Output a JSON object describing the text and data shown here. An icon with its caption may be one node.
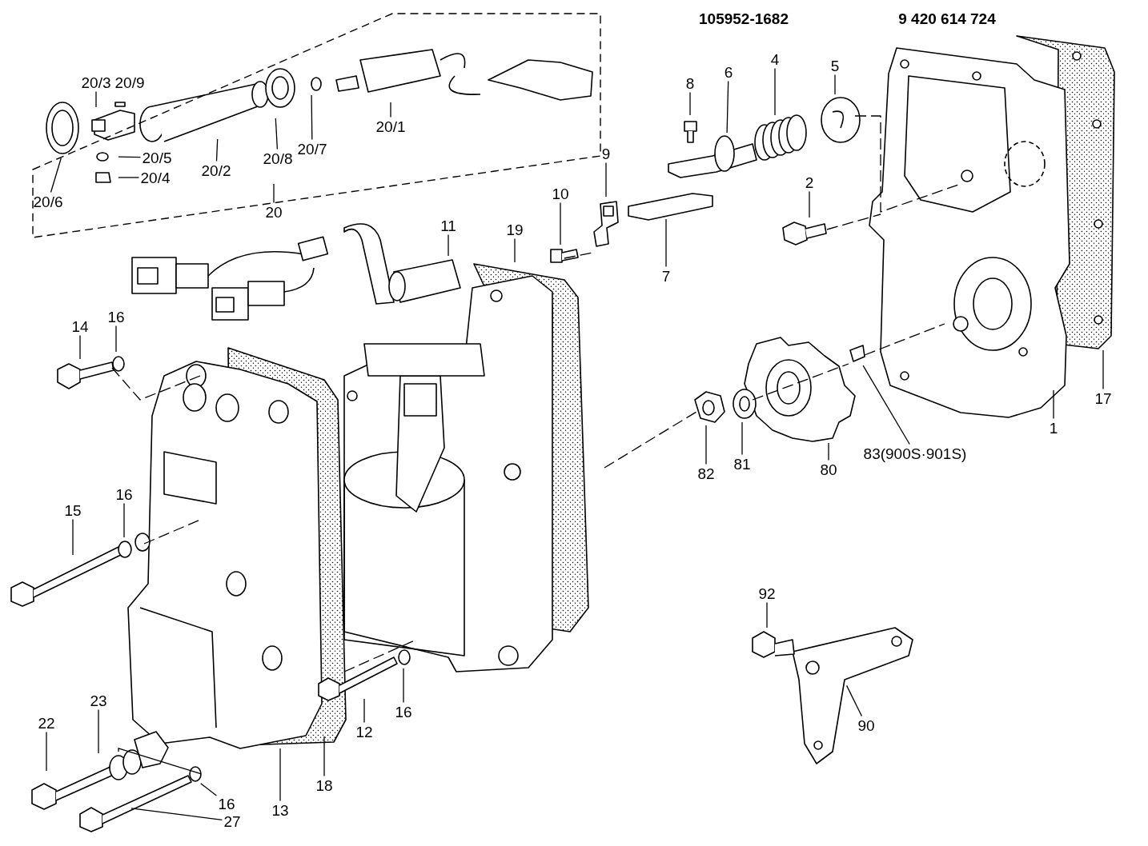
{
  "diagram": {
    "nodes": [
      {
        "text": [],
        "shape": "box"
      },
      {
        "text": [
          "20/3"
        ],
        "in": 0
      },
      {
        "text": [
          "20/9"
        ],
        "in": 0
      },
      {
        "text": [
          "20/5"
        ],
        "in": 0
      },
      {
        "text": [
          "20/4"
        ],
        "in": 0
      },
      {
        "text": [
          "20/6"
        ],
        "in": 0
      },
      {
        "text": [
          "20/2"
        ],
        "in": 0
      },
      {
        "text": [
          "20/8"
        ],
        "in": 0
      },
      {
        "text": [
          "20/7"
        ],
        "in": 0
      },
      {
        "text": [
          "20/1"
        ],
        "in": 0
      },
      {
        "text": [
          "20"
        ]
      },
      {
        "text": [
          "8"
        ]
      },
      {
        "text": [
          "6"
        ]
      },
      {
        "text": [
          "4"
        ]
      },
      {
        "text": [
          "5"
        ]
      },
      {
        "text": [
          "9"
        ]
      },
      {
        "text": [
          "10"
        ]
      },
      {
        "text": [
          "2"
        ]
      },
      {
        "text": [
          "11"
        ]
      },
      {
        "text": [
          "19"
        ]
      },
      {
        "text": [
          "7"
        ]
      },
      {
        "text": [
          "14"
        ]
      },
      {
        "text": [
          "16"
        ]
      },
      {
        "text": [
          "1"
        ]
      },
      {
        "text": [
          "17"
        ]
      },
      {
        "text": [
          "82"
        ]
      },
      {
        "text": [
          "81"
        ]
      },
      {
        "text": [
          "80"
        ]
      },
      {
        "text": [
          "83(900S·901S)"
        ]
      },
      {
        "text": [
          "15"
        ]
      },
      {
        "text": [
          "16"
        ]
      },
      {
        "text": [
          "92"
        ]
      },
      {
        "text": [
          "16"
        ]
      },
      {
        "text": [
          "12"
        ]
      },
      {
        "text": [
          "90"
        ]
      },
      {
        "text": [
          "22"
        ]
      },
      {
        "text": [
          "23"
        ]
      },
      {
        "text": [
          "16"
        ]
      },
      {
        "text": [
          "13"
        ]
      },
      {
        "text": [
          "18"
        ]
      },
      {
        "text": [
          "27"
        ]
      }
    ],
    "edges": [
      {
        "from": 1,
        "to": null,
        "arrow": "none"
      },
      {
        "from": 3,
        "to": null,
        "arrow": "none"
      },
      {
        "from": 4,
        "to": null,
        "arrow": "none"
      },
      {
        "from": 5,
        "to": null,
        "arrow": "none"
      },
      {
        "from": 6,
        "to": null,
        "arrow": "none"
      },
      {
        "from": 7,
        "to": null,
        "arrow": "none"
      },
      {
        "from": 8,
        "to": null,
        "arrow": "none"
      },
      {
        "from": 9,
        "to": null,
        "arrow": "none"
      },
      {
        "from": 10,
        "to": 0,
        "arrow": "none"
      },
      {
        "from": 11,
        "to": null,
        "arrow": "none"
      },
      {
        "from": 12,
        "to": null,
        "arrow": "none"
      },
      {
        "from": 13,
        "to": null,
        "arrow": "none"
      },
      {
        "from": 14,
        "to": null,
        "arrow": "none"
      },
      {
        "from": 15,
        "to": null,
        "arrow": "none"
      },
      {
        "from": 16,
        "to": null,
        "arrow": "none"
      },
      {
        "from": 17,
        "to": null,
        "arrow": "none"
      },
      {
        "from": 18,
        "to": null,
        "arrow": "none"
      },
      {
        "from": 19,
        "to": null,
        "arrow": "none"
      },
      {
        "from": 20,
        "to": null,
        "arrow": "none"
      },
      {
        "from": 21,
        "to": null,
        "arrow": "none"
      },
      {
        "from": 22,
        "to": null,
        "arrow": "none"
      },
      {
        "from": 23,
        "to": null,
        "arrow": "none"
      },
      {
        "from": 24,
        "to": null,
        "arrow": "none"
      },
      {
        "from": 25,
        "to": null,
        "arrow": "none"
      },
      {
        "from": 26,
        "to": null,
        "arrow": "none"
      },
      {
        "from": 27,
        "to": null,
        "arrow": "none"
      },
      {
        "from": 28,
        "to": null,
        "arrow": "none"
      },
      {
        "from": 29,
        "to": null,
        "arrow": "none"
      },
      {
        "from": 30,
        "to": null,
        "arrow": "none"
      },
      {
        "from": 31,
        "to": null,
        "arrow": "none"
      },
      {
        "from": 32,
        "to": null,
        "arrow": "none"
      },
      {
        "from": 33,
        "to": null,
        "arrow": "none"
      },
      {
        "from": 34,
        "to": null,
        "arrow": "none"
      },
      {
        "from": 35,
        "to": null,
        "arrow": "none"
      },
      {
        "from": 36,
        "to": null,
        "arrow": "none"
      },
      {
        "from": 37,
        "to": null,
        "arrow": "none"
      },
      {
        "from": 38,
        "to": null,
        "arrow": "none"
      },
      {
        "from": 39,
        "to": null,
        "arrow": "none"
      },
      {
        "from": 40,
        "to": null,
        "arrow": "none"
      }
    ],
    "labels": [
      "105952-1682",
      "9 420 614 724"
    ]
  }
}
